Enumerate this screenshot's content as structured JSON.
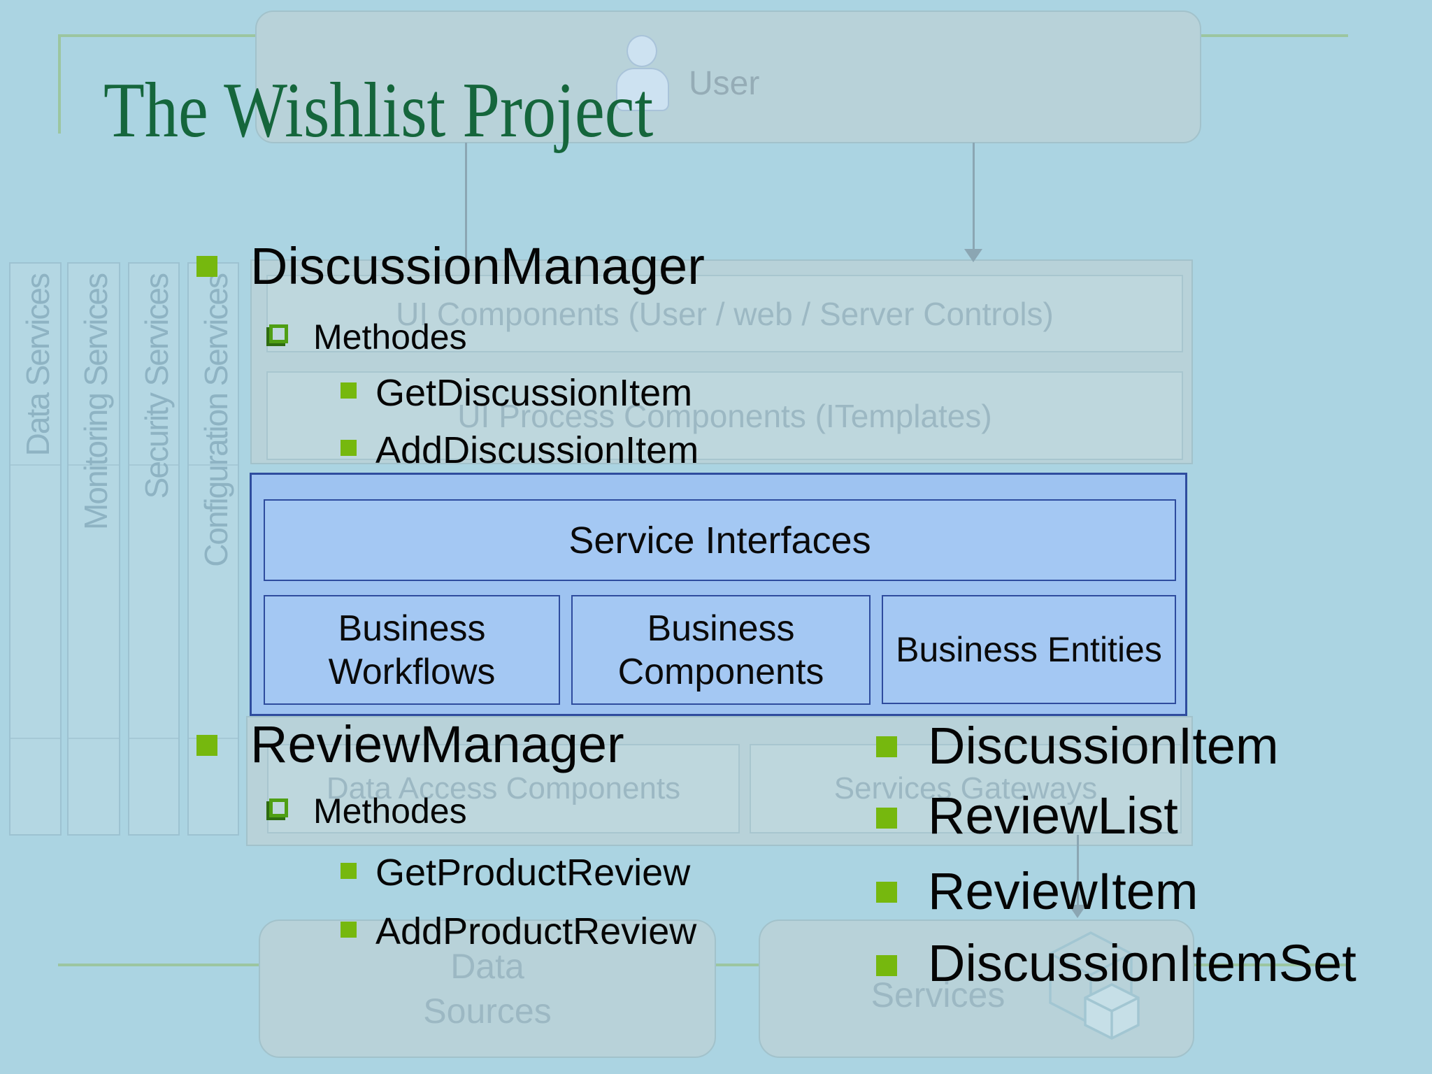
{
  "title": "The Wishlist Project",
  "diagram": {
    "user_label": "User",
    "service_bars": [
      {
        "label": "Data Services"
      },
      {
        "label": "Monitoring Services"
      },
      {
        "label": "Security Services"
      },
      {
        "label": "Configuration Services"
      }
    ],
    "ui_components_label": "UI Components (User / web / Server Controls)",
    "ui_process_label": "UI Process Components (ITemplates)",
    "service_interfaces_label": "Service Interfaces",
    "business_workflows_label": "Business Workflows",
    "business_components_label": "Business Components",
    "business_entities_label": "Business Entities",
    "data_access_label": "Data Access Components",
    "services_gateways_label": "Services Gateways",
    "data_sources_label": "Data Sources",
    "services_label": "Services"
  },
  "outline": {
    "discussion_manager": {
      "label": "DiscussionManager",
      "methods_label": "Methodes",
      "methods": [
        {
          "name": "GetDiscussionItem"
        },
        {
          "name": "AddDiscussionItem"
        }
      ]
    },
    "review_manager": {
      "label": "ReviewManager",
      "methods_label": "Methodes",
      "methods": [
        {
          "name": "GetProductReview"
        },
        {
          "name": "AddProductReview"
        }
      ]
    },
    "entities": [
      {
        "name": "DiscussionItem"
      },
      {
        "name": "ReviewList"
      },
      {
        "name": "ReviewItem"
      },
      {
        "name": "DiscussionItemSet"
      }
    ]
  },
  "colors": {
    "background": "#abd4e2",
    "title_green": "#15663c",
    "bullet_green": "#76b80e",
    "panel_blue_fill": "#9ec3f1",
    "panel_blue_border": "#2e4c9e",
    "faded_box_fill": "#b8d2d9",
    "faded_text": "#9cb8c3",
    "accent_line_green": "#9cc6a0",
    "arrow_gray": "#8ba6b3"
  }
}
